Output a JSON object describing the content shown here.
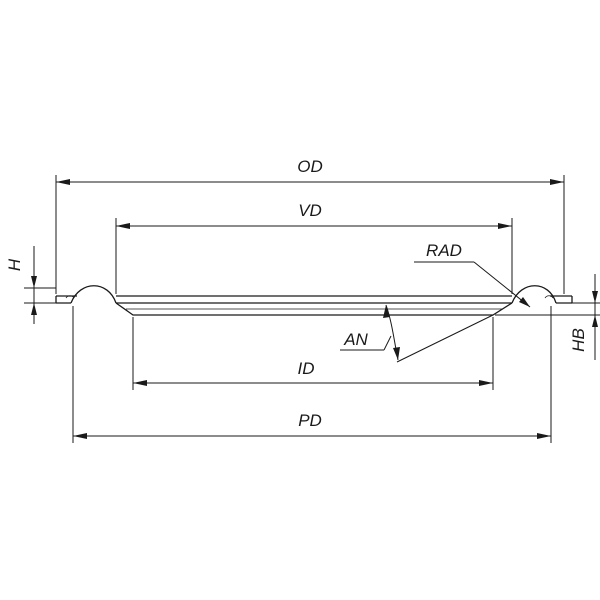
{
  "labels": {
    "od": "OD",
    "vd": "VD",
    "id": "ID",
    "pd": "PD",
    "h": "H",
    "hb": "HB",
    "an": "AN",
    "rad": "RAD"
  }
}
